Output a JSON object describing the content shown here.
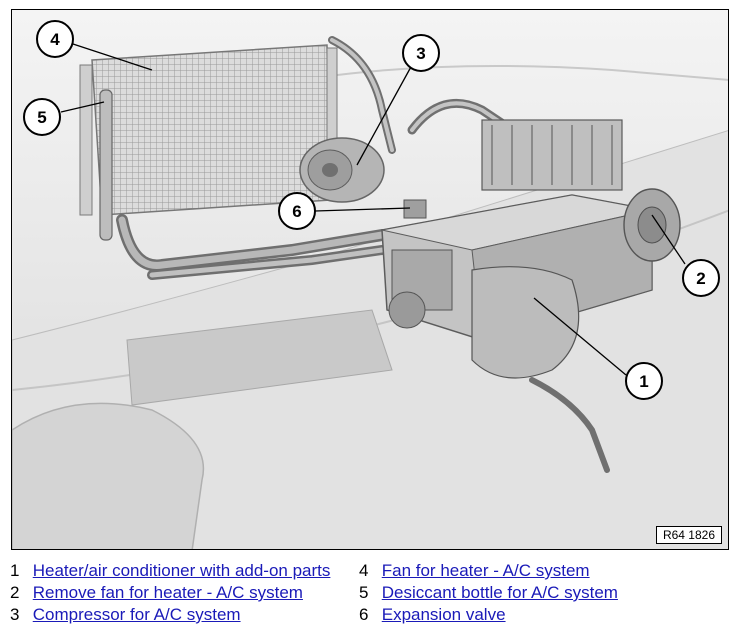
{
  "figure": {
    "reference_code": "R64 1826",
    "callouts": [
      "1",
      "2",
      "3",
      "4",
      "5",
      "6"
    ]
  },
  "legend": [
    {
      "number": "1",
      "label": "Heater/air conditioner with add-on parts"
    },
    {
      "number": "2",
      "label": "Remove fan for heater - A/C system"
    },
    {
      "number": "3",
      "label": "Compressor for A/C system"
    },
    {
      "number": "4",
      "label": "Fan for heater - A/C system"
    },
    {
      "number": "5",
      "label": "Desiccant bottle for A/C system"
    },
    {
      "number": "6",
      "label": "Expansion valve"
    }
  ],
  "colors": {
    "link": "#1a1ab8",
    "drawing_bg": "#ececec"
  }
}
